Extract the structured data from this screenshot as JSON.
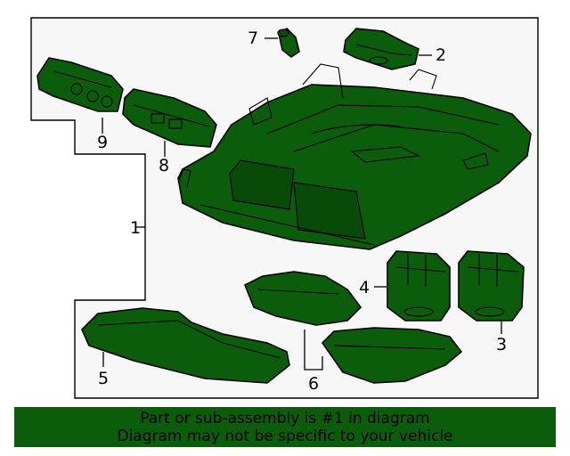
{
  "diagram": {
    "callouts": {
      "c1": "1",
      "c2": "2",
      "c3": "3",
      "c4": "4",
      "c5": "5",
      "c6": "6",
      "c7": "7",
      "c8": "8",
      "c9": "9"
    }
  },
  "banner": {
    "line1": "Part or sub-assembly is #1 in diagram",
    "line2": "Diagram may not be specific to your vehicle"
  },
  "colors": {
    "part_fill": "#0b5c0b",
    "banner_bg": "#0b5c0b",
    "frame_bg": "#f7f7f7"
  }
}
